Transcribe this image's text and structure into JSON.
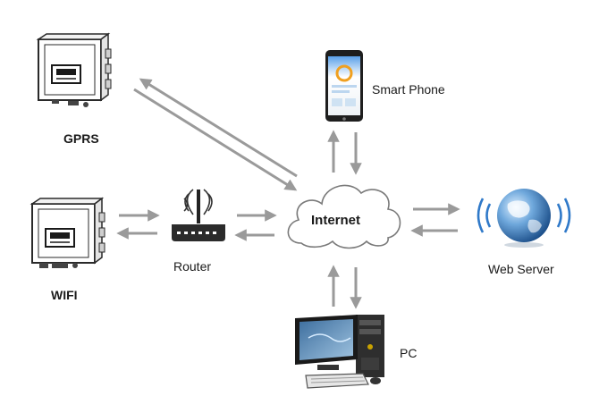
{
  "labels": {
    "gprs": "GPRS",
    "wifi": "WIFI",
    "router": "Router",
    "internet": "Internet",
    "smart_phone": "Smart Phone",
    "web_server": "Web Server",
    "pc": "PC"
  },
  "colors": {
    "arrow": "#9a9a9a",
    "inverter_body": "#ffffff",
    "inverter_outline": "#2a2a2a",
    "cloud_outline": "#7a7a7a",
    "router_body": "#2b2b2b",
    "globe_blue": "#3b7fc4",
    "wave_blue": "#2f79c9"
  },
  "icons": {
    "gprs_device": "inverter-icon",
    "wifi_device": "inverter-icon",
    "router": "router-icon",
    "internet": "cloud-icon",
    "smart_phone": "smartphone-icon",
    "web_server": "globe-icon",
    "pc": "desktop-computer-icon"
  }
}
